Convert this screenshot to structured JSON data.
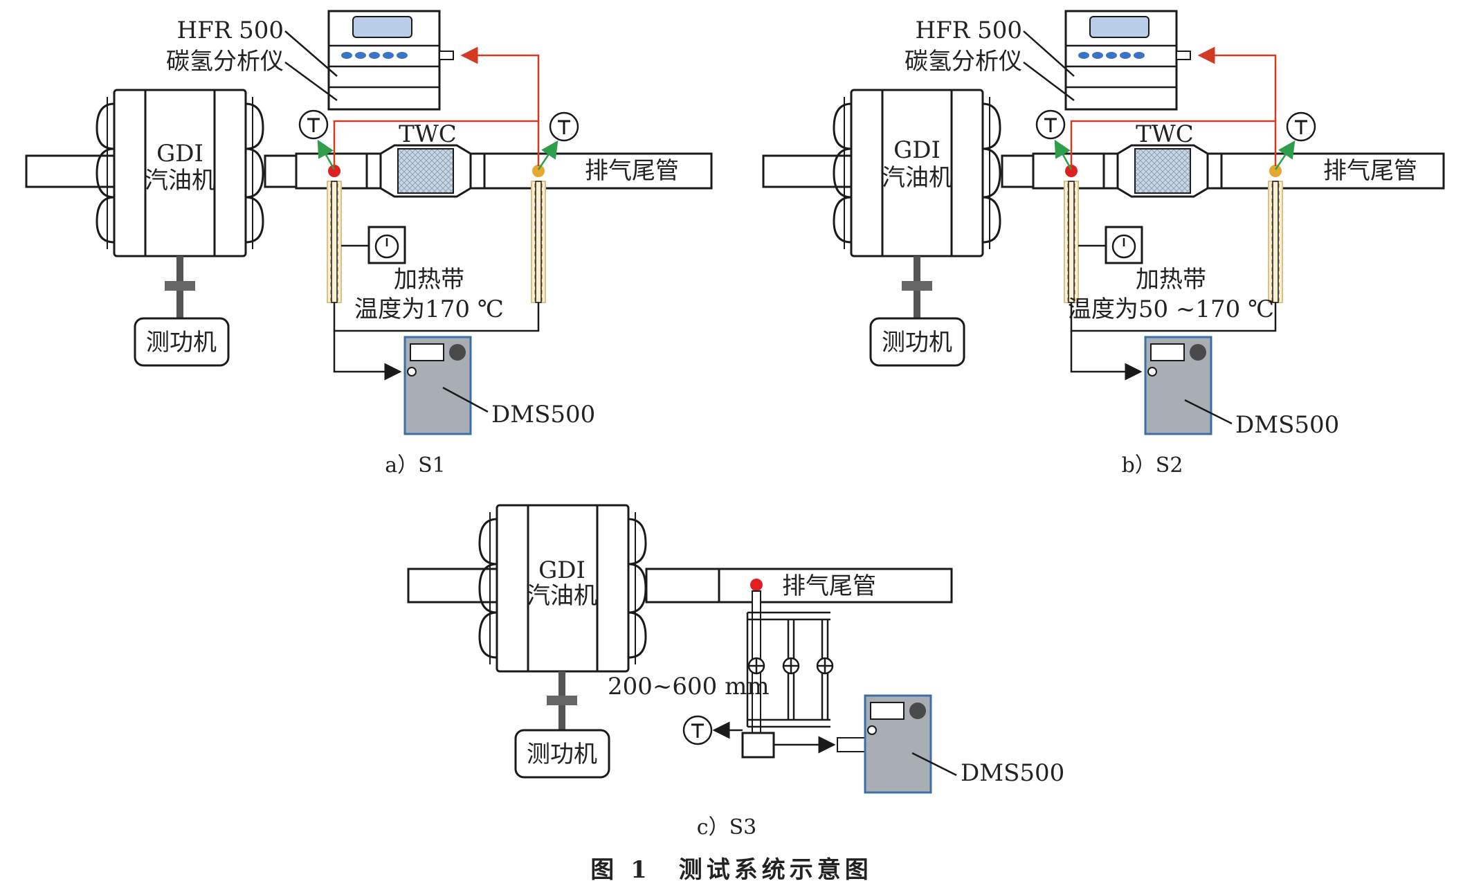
{
  "panels": [
    {
      "id": "S1",
      "engine_label_line1": "GDI",
      "engine_label_line2": "汽油机",
      "dyno_label": "测功机",
      "analyzer_label_line1": "HFR 500",
      "analyzer_label_line2": "碳氢分析仪",
      "catalyst_label": "TWC",
      "tailpipe_label": "排气尾管",
      "heater_label_line1": "加热带",
      "heater_label_line2": "温度为170 ℃",
      "particle_analyzer_label": "DMS500",
      "thermo_symbol": "T",
      "caption": "a）S1"
    },
    {
      "id": "S2",
      "engine_label_line1": "GDI",
      "engine_label_line2": "汽油机",
      "dyno_label": "测功机",
      "analyzer_label_line1": "HFR 500",
      "analyzer_label_line2": "碳氢分析仪",
      "catalyst_label": "TWC",
      "tailpipe_label": "排气尾管",
      "heater_label_line1": "加热带",
      "heater_label_line2": "温度为50 ~170 ℃",
      "particle_analyzer_label": "DMS500",
      "thermo_symbol": "T",
      "caption": "b）S2"
    },
    {
      "id": "S3",
      "engine_label_line1": "GDI",
      "engine_label_line2": "汽油机",
      "dyno_label": "测功机",
      "tailpipe_label": "排气尾管",
      "length_label": "200~600 mm",
      "particle_analyzer_label": "DMS500",
      "thermo_symbol": "T",
      "caption": "c）S3"
    }
  ],
  "figure_caption": "图 1　测试系统示意图",
  "colors": {
    "signal_line": "#d23a22",
    "thermo_arrow": "#2e9e4a",
    "sample_point_upstream": "#e02020",
    "sample_point_downstream": "#e6a830",
    "analyzer_fill": "#a9aeb5",
    "analyzer_border": "#3d6fa6",
    "heater_fill": "#fbf0d4"
  }
}
